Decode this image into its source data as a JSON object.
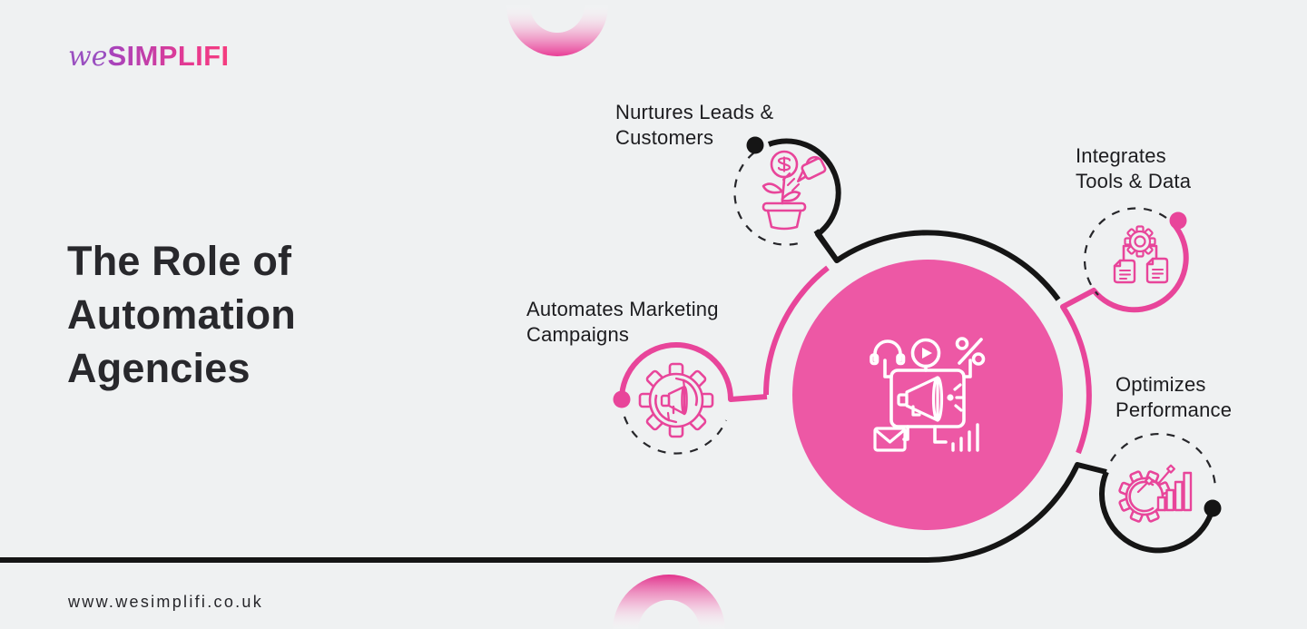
{
  "brand": {
    "logo_prefix": "we",
    "logo_name": "SIMPLIFI"
  },
  "title": "The Role of\nAutomation\nAgencies",
  "features": [
    {
      "id": "nurtures",
      "label": "Nurtures Leads &\nCustomers",
      "icon": "money-plant-watering-icon"
    },
    {
      "id": "automates",
      "label": "Automates Marketing\nCampaigns",
      "icon": "gear-megaphone-icon"
    },
    {
      "id": "integrates",
      "label": "Integrates\nTools & Data",
      "icon": "gear-documents-icon"
    },
    {
      "id": "optimizes",
      "label": "Optimizes\nPerformance",
      "icon": "gear-growth-chart-icon"
    }
  ],
  "center": {
    "icon": "marketing-automation-board-icon"
  },
  "footer": {
    "website": "www.wesimplifi.co.uk"
  },
  "colors": {
    "background": "#EFF1F2",
    "center_pink": "#ED58A5",
    "pink_stroke": "#E8459A",
    "black": "#151515",
    "text": "#1C1C1F",
    "logo_purple": "#9A4FC0",
    "logo_pink": "#F53D7E"
  }
}
